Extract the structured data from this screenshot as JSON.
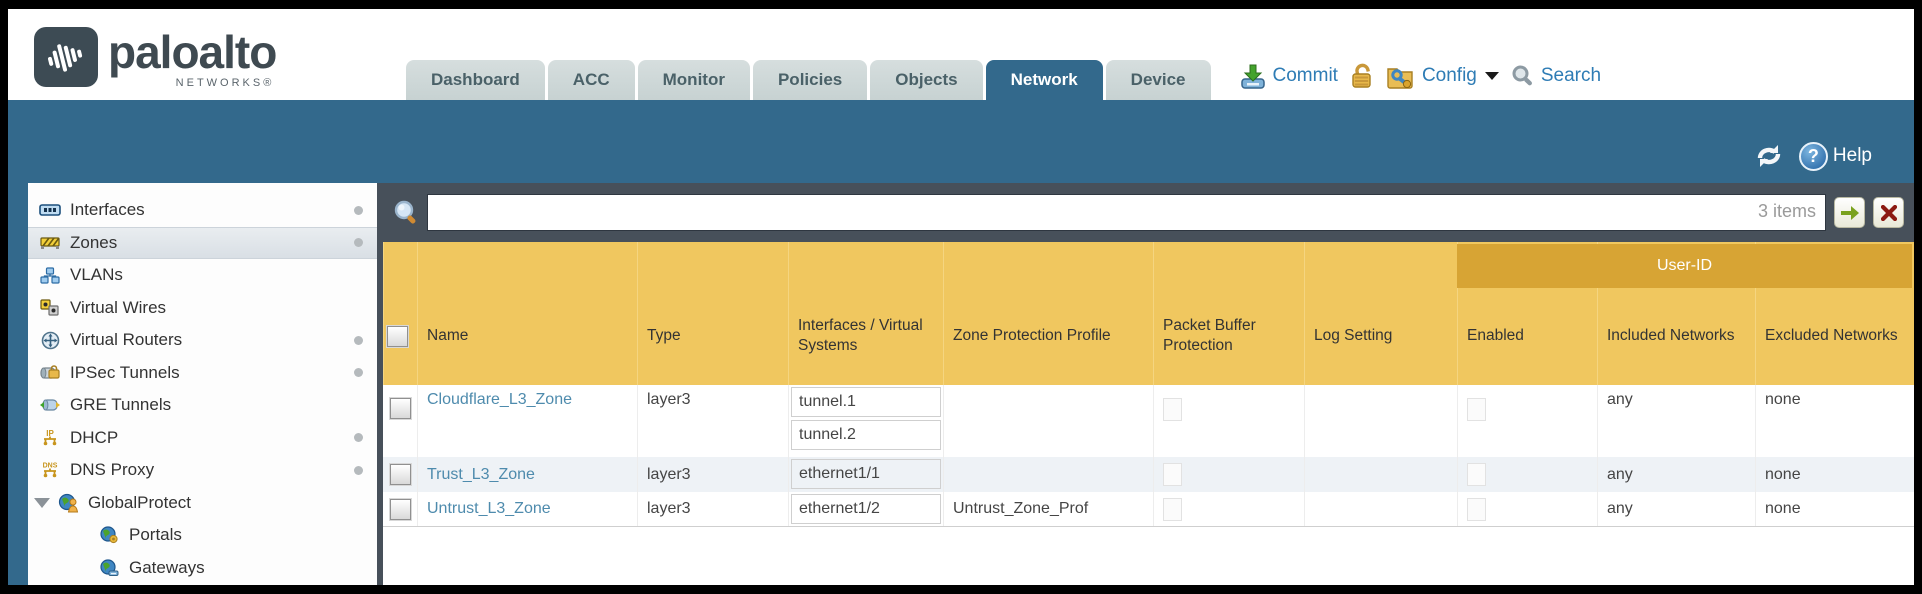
{
  "brand": {
    "name": "paloalto",
    "sub": "NETWORKS®"
  },
  "nav": {
    "tabs": [
      {
        "label": "Dashboard",
        "active": false
      },
      {
        "label": "ACC",
        "active": false
      },
      {
        "label": "Monitor",
        "active": false
      },
      {
        "label": "Policies",
        "active": false
      },
      {
        "label": "Objects",
        "active": false
      },
      {
        "label": "Network",
        "active": true
      },
      {
        "label": "Device",
        "active": false
      }
    ]
  },
  "toolbar": {
    "commit_label": "Commit",
    "config_label": "Config",
    "search_label": "Search"
  },
  "band": {
    "help_label": "Help",
    "help_glyph": "?"
  },
  "sidebar": {
    "items": [
      {
        "label": "Interfaces"
      },
      {
        "label": "Zones"
      },
      {
        "label": "VLANs"
      },
      {
        "label": "Virtual Wires"
      },
      {
        "label": "Virtual Routers"
      },
      {
        "label": "IPSec Tunnels"
      },
      {
        "label": "GRE Tunnels"
      },
      {
        "label": "DHCP"
      },
      {
        "label": "DNS Proxy"
      },
      {
        "label": "GlobalProtect"
      },
      {
        "label": "Portals"
      },
      {
        "label": "Gateways"
      }
    ]
  },
  "search_bar": {
    "value": "",
    "items_count": "3 items"
  },
  "table": {
    "group_header": "User-ID",
    "columns": [
      "Name",
      "Type",
      "Interfaces / Virtual Systems",
      "Zone Protection Profile",
      "Packet Buffer Protection",
      "Log Setting",
      "Enabled",
      "Included Networks",
      "Excluded Networks"
    ],
    "rows": [
      {
        "name": "Cloudflare_L3_Zone",
        "type": "layer3",
        "interfaces": [
          "tunnel.1",
          "tunnel.2"
        ],
        "zone_protection_profile": "",
        "log_setting": "",
        "included_networks": "any",
        "excluded_networks": "none"
      },
      {
        "name": "Trust_L3_Zone",
        "type": "layer3",
        "interfaces": [
          "ethernet1/1"
        ],
        "zone_protection_profile": "",
        "log_setting": "",
        "included_networks": "any",
        "excluded_networks": "none"
      },
      {
        "name": "Untrust_L3_Zone",
        "type": "layer3",
        "interfaces": [
          "ethernet1/2"
        ],
        "zone_protection_profile": "Untrust_Zone_Prof",
        "log_setting": "",
        "included_networks": "any",
        "excluded_networks": "none"
      }
    ]
  },
  "colors": {
    "accent_blue": "#33698c",
    "slate": "#47505a",
    "header_yellow": "#f0c75f",
    "userid_band": "#d7a434",
    "link_blue": "#4e8bad",
    "toolbar_link_blue": "#2e7cb5"
  }
}
